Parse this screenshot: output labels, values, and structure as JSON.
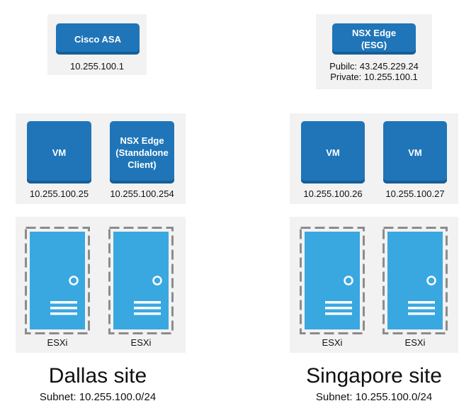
{
  "dallas": {
    "gateway": {
      "label": "Cisco ASA",
      "ip": "10.255.100.1"
    },
    "vm": {
      "label": "VM",
      "ip": "10.255.100.25"
    },
    "nsx_client": {
      "label": "NSX Edge\n(Standalone\nClient)",
      "ip": "10.255.100.254"
    },
    "hosts": [
      "ESXi",
      "ESXi"
    ],
    "site_name": "Dallas site",
    "subnet": "Subnet: 10.255.100.0/24"
  },
  "singapore": {
    "gateway": {
      "label": "NSX Edge\n(ESG)",
      "ips": "Pubilc: 43.245.229.24\nPrivate: 10.255.100.1"
    },
    "vm1": {
      "label": "VM",
      "ip": "10.255.100.26"
    },
    "vm2": {
      "label": "VM",
      "ip": "10.255.100.27"
    },
    "hosts": [
      "ESXi",
      "ESXi"
    ],
    "site_name": "Singapore site",
    "subnet": "Subnet: 10.255.100.0/24"
  },
  "colors": {
    "tile": "#1f75b8",
    "server": "#3aa8e0",
    "panel": "#f2f2f2"
  },
  "icons": {
    "host": "server-icon"
  }
}
